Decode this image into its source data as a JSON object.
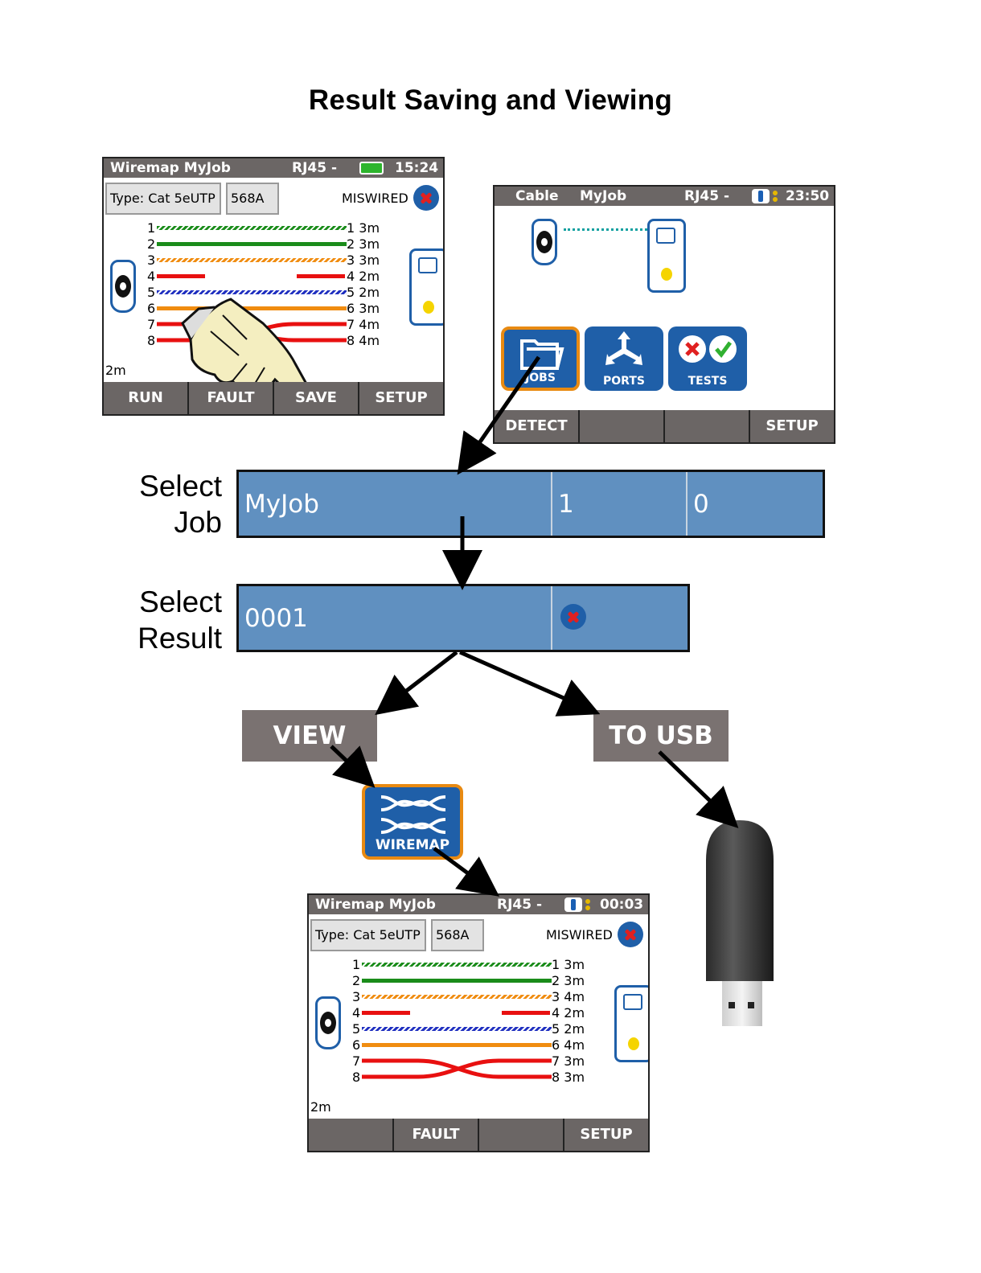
{
  "title": "Result Saving and Viewing",
  "screen1": {
    "status_left": "Wiremap  MyJob",
    "status_conn": "RJ45 -",
    "status_time": "15:24",
    "type_label": "Type: Cat 5eUTP",
    "standard_label": "568A",
    "result_label": "MISWIRED",
    "pairs": [
      {
        "n": "1",
        "len": "1 3m"
      },
      {
        "n": "2",
        "len": "2 3m"
      },
      {
        "n": "3",
        "len": "3 3m"
      },
      {
        "n": "4",
        "len": "4 2m"
      },
      {
        "n": "5",
        "len": "5 2m"
      },
      {
        "n": "6",
        "len": "6 3m"
      },
      {
        "n": "7",
        "len": "7 4m"
      },
      {
        "n": "8",
        "len": "8 4m"
      }
    ],
    "bottom_len": "2m",
    "softkeys": [
      "RUN",
      "FAULT",
      "SAVE",
      "SETUP"
    ]
  },
  "screen2": {
    "status_left": "Cable",
    "status_job": "MyJob",
    "status_conn": "RJ45 -",
    "status_time": "23:50",
    "icons": [
      "JOBS",
      "PORTS",
      "TESTS"
    ],
    "softkeys": [
      "DETECT",
      "",
      "",
      "SETUP"
    ]
  },
  "select_job": {
    "label_line1": "Select",
    "label_line2": "Job",
    "job_name": "MyJob",
    "count1": "1",
    "count2": "0"
  },
  "select_result": {
    "label_line1": "Select",
    "label_line2": "Result",
    "result_id": "0001"
  },
  "buttons": {
    "view": "VIEW",
    "to_usb": "TO USB"
  },
  "wiremap_icon": {
    "label": "WIREMAP"
  },
  "screen3": {
    "status_left": "Wiremap  MyJob",
    "status_conn": "RJ45 -",
    "status_time": "00:03",
    "type_label": "Type: Cat 5eUTP",
    "standard_label": "568A",
    "result_label": "MISWIRED",
    "pairs": [
      {
        "n": "1",
        "len": "1 3m"
      },
      {
        "n": "2",
        "len": "2 3m"
      },
      {
        "n": "3",
        "len": "3 4m"
      },
      {
        "n": "4",
        "len": "4 2m"
      },
      {
        "n": "5",
        "len": "5 2m"
      },
      {
        "n": "6",
        "len": "6 4m"
      },
      {
        "n": "7",
        "len": "7 3m"
      },
      {
        "n": "8",
        "len": "8 3m"
      }
    ],
    "bottom_len": "2m",
    "softkeys": [
      "",
      "FAULT",
      "",
      "SETUP"
    ]
  },
  "colors": {
    "status_bar": "#6b6665",
    "device_blue": "#1f5fa8",
    "select_bar": "#6090c0",
    "selected_orange": "#e88a12",
    "wire_green": "#1a8c1a",
    "wire_orange": "#f08c10",
    "wire_blue": "#2030c0",
    "wire_red": "#e81010"
  },
  "icons": [
    "hand-pointer-icon",
    "folder-icon",
    "ports-icon",
    "tests-icon",
    "wiremap-icon",
    "usb-flash-drive-icon",
    "miswired-icon"
  ]
}
